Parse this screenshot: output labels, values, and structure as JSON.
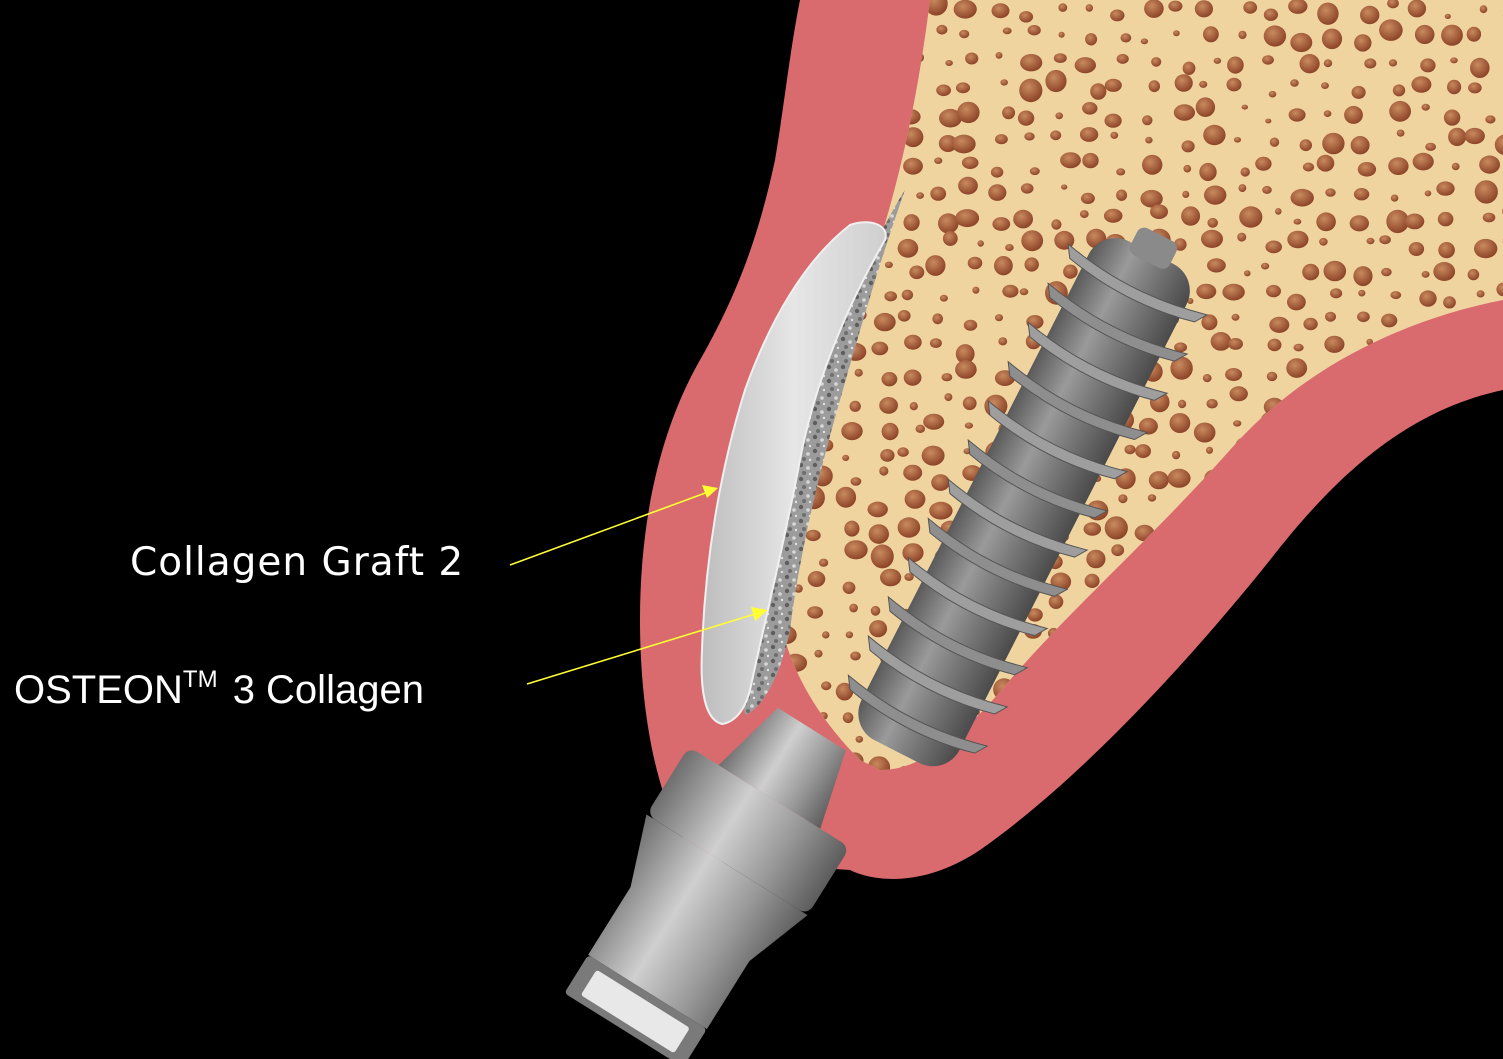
{
  "labels": {
    "collagen_graft": "Collagen Graft 2",
    "osteon_prefix": "OSTEON",
    "osteon_tm": "TM",
    "osteon_suffix": "3 Collagen"
  },
  "colors": {
    "background": "#000000",
    "gingiva": "#d96b6f",
    "gingiva_edge": "#e48a8c",
    "bone": "#f0d4a0",
    "bone_pore": "#a85a3a",
    "membrane": "#d6d6d6",
    "granules": "#8d8d8d",
    "implant": "#808080",
    "arrow": "#ffff33",
    "label_text": "#ffffff"
  },
  "icons": {
    "implant": "dental-implant-icon",
    "arrow": "pointer-arrow"
  }
}
